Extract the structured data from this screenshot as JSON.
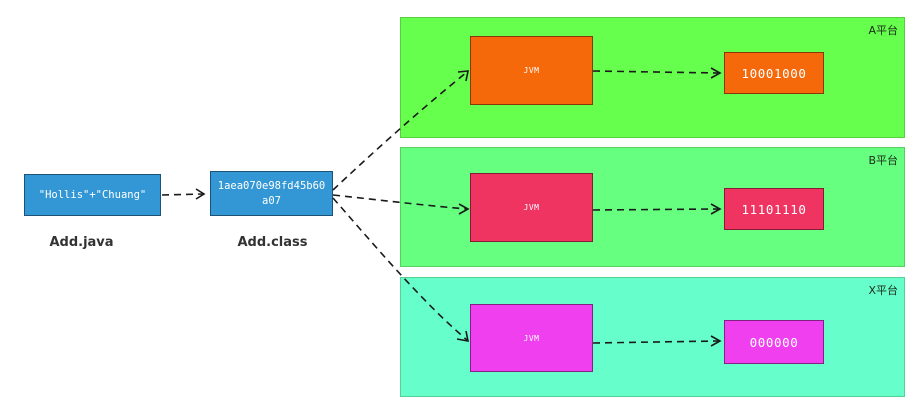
{
  "source_file": {
    "code": "\"Hollis\"+\"Chuang\"",
    "label": "Add.java"
  },
  "class_file": {
    "hash": "1aea070e98fd45b60a07",
    "label": "Add.class"
  },
  "platforms": [
    {
      "label": "A平台",
      "jvm": "JVM",
      "machine_code": "10001000",
      "panel_color": "#66ff4d",
      "jvm_color": "#f5690a",
      "code_color": "#f5690a"
    },
    {
      "label": "B平台",
      "jvm": "JVM",
      "machine_code": "11101110",
      "panel_color": "#66ff80",
      "jvm_color": "#ef3462",
      "code_color": "#ef3462"
    },
    {
      "label": "X平台",
      "jvm": "JVM",
      "machine_code": "000000",
      "panel_color": "#66ffcc",
      "jvm_color": "#ef3fef",
      "code_color": "#ef3fef"
    }
  ],
  "source_color": "#3397d5"
}
